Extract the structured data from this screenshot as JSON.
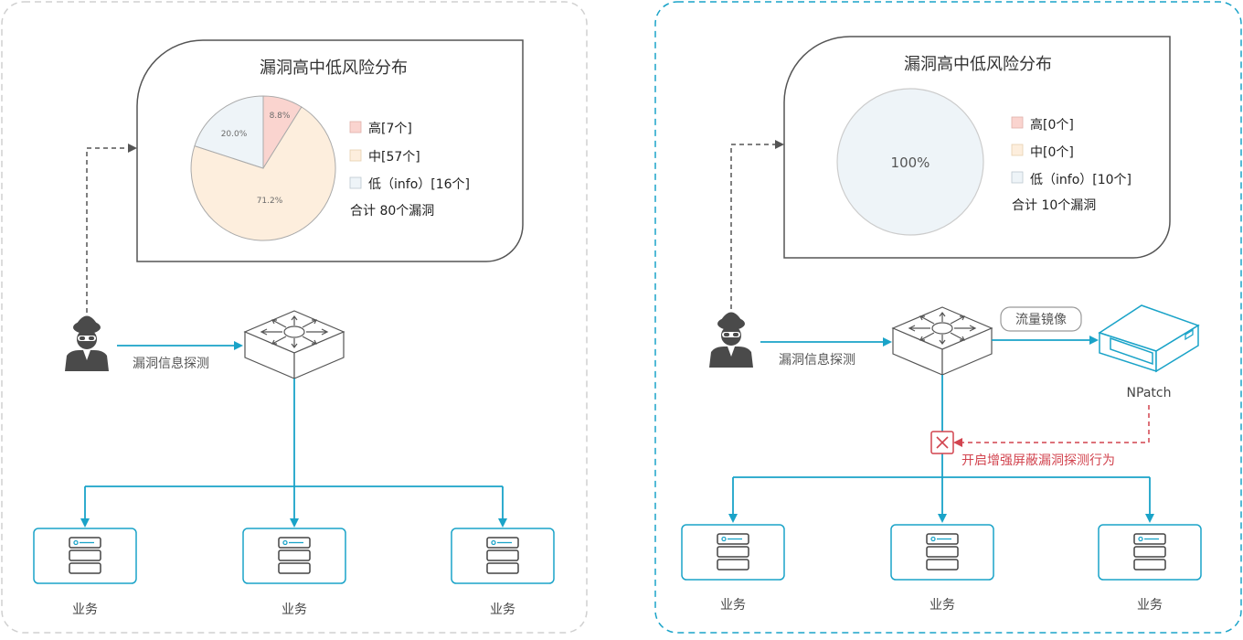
{
  "left_panel": {
    "chart": {
      "title": "漏洞高中低风险分布",
      "legend": [
        "高[7个]",
        "中[57个]",
        "低（info）[16个]"
      ],
      "total": "合计  80个漏洞",
      "pct_labels": [
        "8.8%",
        "71.2%",
        "20.0%"
      ]
    },
    "probe_label": "漏洞信息探测",
    "services": [
      "业务",
      "业务",
      "业务"
    ]
  },
  "right_panel": {
    "chart": {
      "title": "漏洞高中低风险分布",
      "legend": [
        "高[0个]",
        "中[0个]",
        "低（info）[10个]"
      ],
      "total": "合计  10个漏洞",
      "pct_labels": [
        "100%"
      ]
    },
    "probe_label": "漏洞信息探测",
    "mirror_label": "流量镜像",
    "npatch_label": "NPatch",
    "block_label": "开启增强屏蔽漏洞探测行为",
    "services": [
      "业务",
      "业务",
      "业务"
    ]
  },
  "colors": {
    "high": "#fad4cf",
    "medium": "#fdeedd",
    "low": "#eef4f8",
    "flow_line": "#1aa3c8",
    "block_red": "#d2444f"
  },
  "icons": [
    "hacker-icon",
    "switch-icon",
    "npatch-device-icon",
    "server-icon",
    "block-x-icon"
  ],
  "chart_data": [
    {
      "type": "pie",
      "title": "漏洞高中低风险分布",
      "categories": [
        "高[7个]",
        "中[57个]",
        "低（info）[16个]"
      ],
      "values": [
        7,
        57,
        16
      ],
      "percent_labels": [
        "8.8%",
        "71.2%",
        "20.0%"
      ],
      "legend": "right"
    },
    {
      "type": "pie",
      "title": "漏洞高中低风险分布",
      "categories": [
        "高[0个]",
        "中[0个]",
        "低（info）[10个]"
      ],
      "values": [
        0,
        0,
        10
      ],
      "percent_labels": [
        "100%"
      ],
      "legend": "right"
    }
  ]
}
